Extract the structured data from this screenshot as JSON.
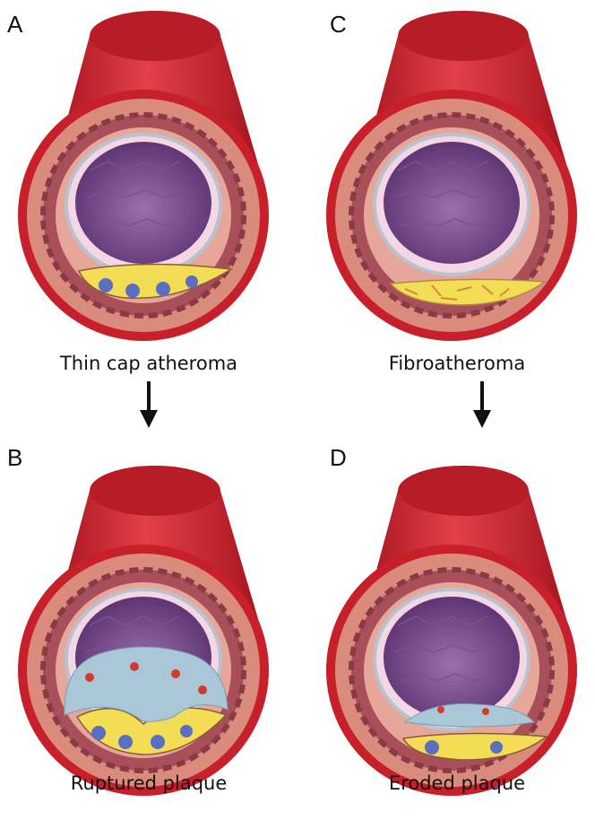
{
  "panels": [
    {
      "letter": "A",
      "caption": "Thin cap atheroma"
    },
    {
      "letter": "B",
      "caption": "Ruptured plaque"
    },
    {
      "letter": "C",
      "caption": "Fibroatheroma"
    },
    {
      "letter": "D",
      "caption": "Eroded plaque"
    }
  ],
  "colors": {
    "adventitia": "#c8202a",
    "wall": "#d98b7c",
    "media": "#a84f5a",
    "lumen": "#6e3d80",
    "intima_line": "#b9c3cf",
    "plaque": "#f2dd55",
    "foam_cell": "#5b6fc2",
    "thrombus": "#a9c7d6",
    "arrow": "#111111"
  }
}
